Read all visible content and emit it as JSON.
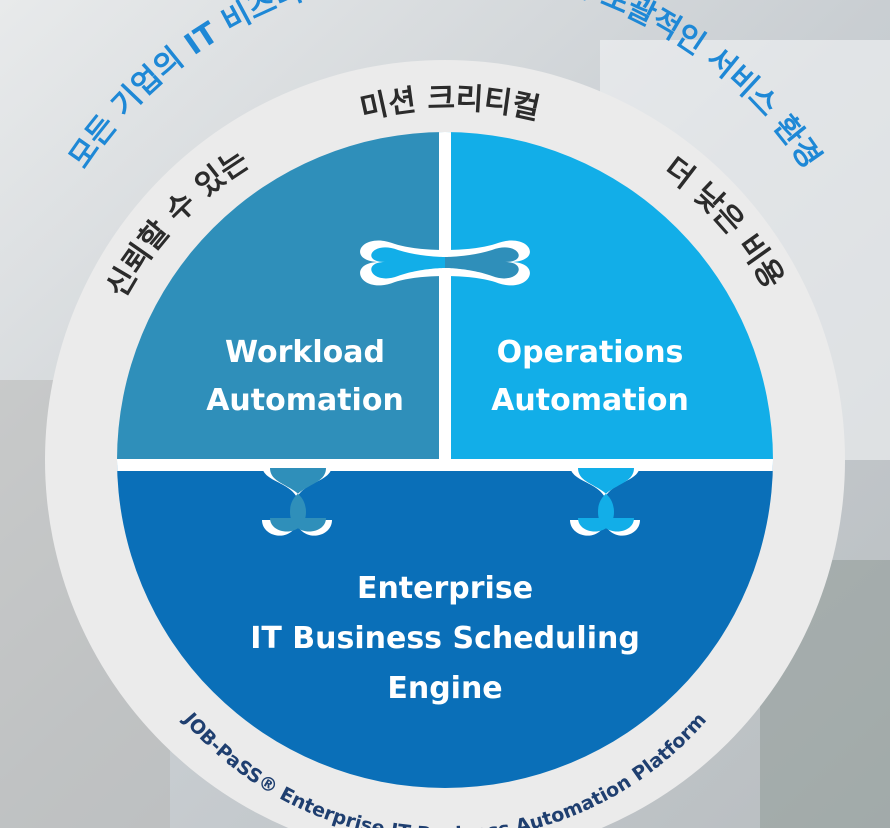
{
  "arc_outer_title": "모든 기업의 IT 비즈니스를 자동화 할 수 있는 포괄적인 서비스 환경",
  "ring_left": "신뢰할 수 있는",
  "ring_top": "미션 크리티컬",
  "ring_right": "더 낮은 비용",
  "ring_bottom": "JOB-PaSS® Enterprise IT Business Automation Platform",
  "piece_top_left": {
    "line1": "Workload",
    "line2": "Automation"
  },
  "piece_top_right": {
    "line1": "Operations",
    "line2": "Automation"
  },
  "piece_bottom": {
    "line1": "Enterprise",
    "line2": "IT Business Scheduling",
    "line3": "Engine"
  },
  "colors": {
    "ring": "#ebebeb",
    "top_left": "#2f8fba",
    "top_right": "#12aee8",
    "bottom": "#0a6fb8",
    "title_blue": "#1e88d6"
  }
}
